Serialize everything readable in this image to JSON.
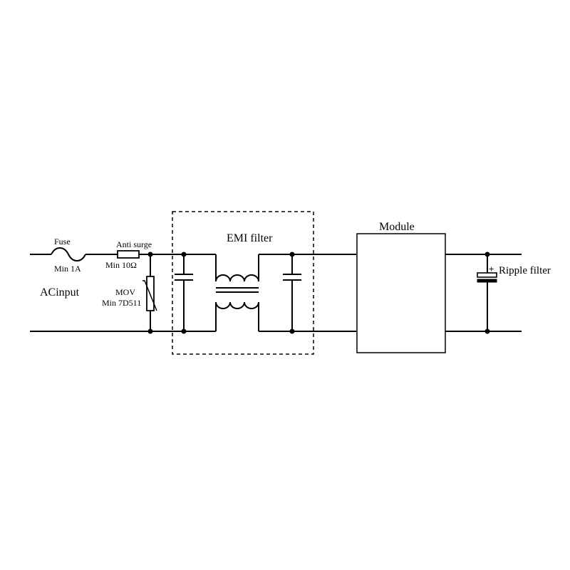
{
  "labels": {
    "fuse": "Fuse",
    "fuse_rating": "Min 1A",
    "anti_surge": "Anti surge",
    "anti_surge_rating": "Min 10Ω",
    "mov": "MOV",
    "mov_rating": "Min 7D511",
    "ac_input": "ACinput",
    "emi_filter": "EMI filter",
    "module": "Module",
    "ripple_filter": "Ripple filter",
    "capacitor_polarity": "+"
  }
}
